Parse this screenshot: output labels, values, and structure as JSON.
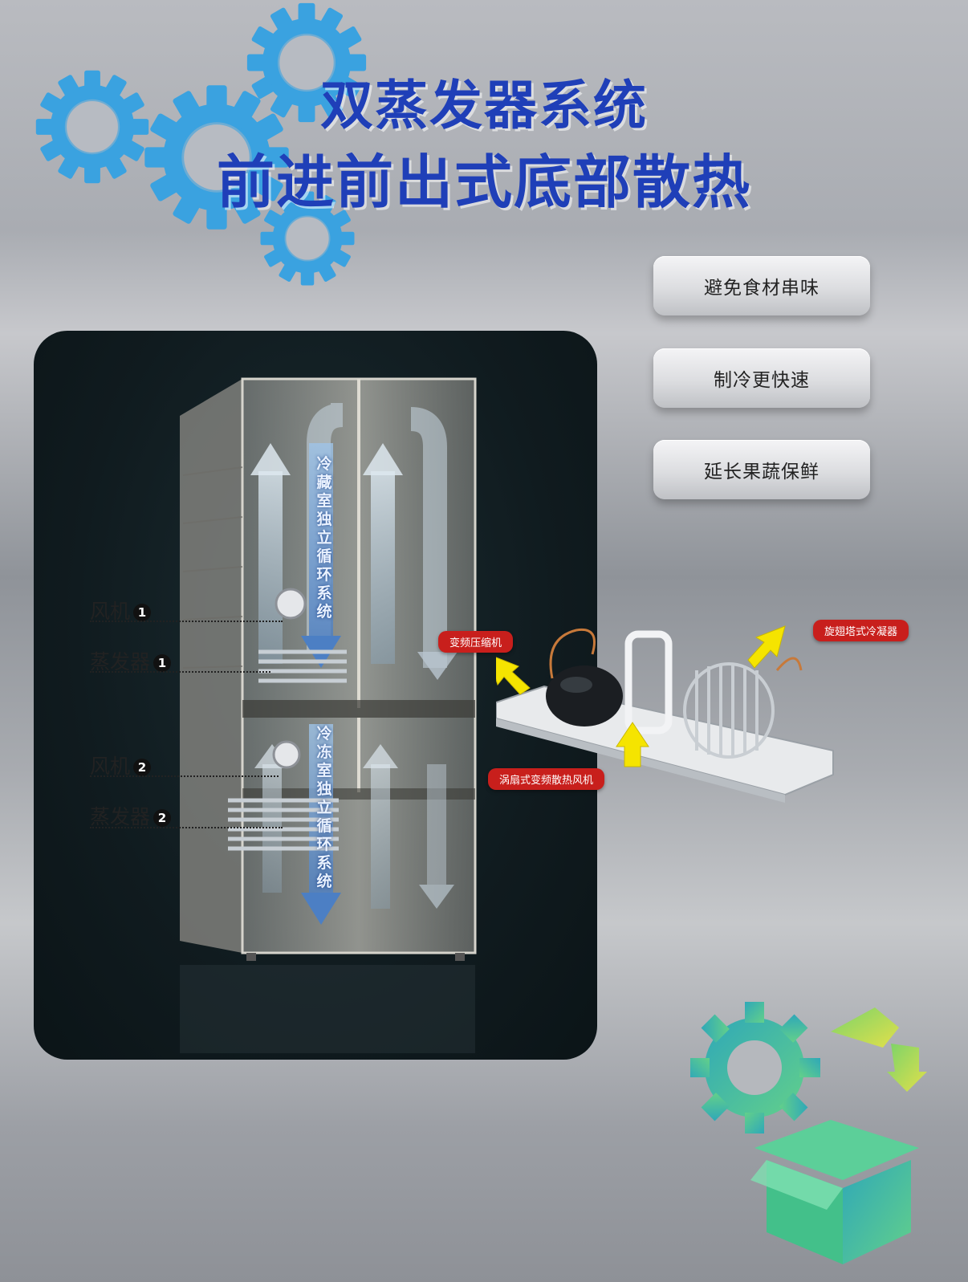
{
  "header": {
    "title_line1": "双蒸发器系统",
    "title_line2": "前进前出式底部散热"
  },
  "features": [
    {
      "label": "避免食材串味"
    },
    {
      "label": "制冷更快速"
    },
    {
      "label": "延长果蔬保鲜"
    }
  ],
  "diagram": {
    "fan1": "风机",
    "fan1_num": "1",
    "evap1": "蒸发器",
    "evap1_num": "1",
    "fan2": "风机",
    "fan2_num": "2",
    "evap2": "蒸发器",
    "evap2_num": "2",
    "fridge_cycle": "冷藏室独立循环系统",
    "freezer_cycle": "冷冻室独立循环系统"
  },
  "components": {
    "compressor": "变频压缩机",
    "condenser": "旋翅塔式冷凝器",
    "fan": "涡扇式变频散热风机"
  },
  "colors": {
    "title": "#1f3fb8",
    "gear_blue": "#3aa2e0",
    "tag_red": "#c81f1c"
  }
}
